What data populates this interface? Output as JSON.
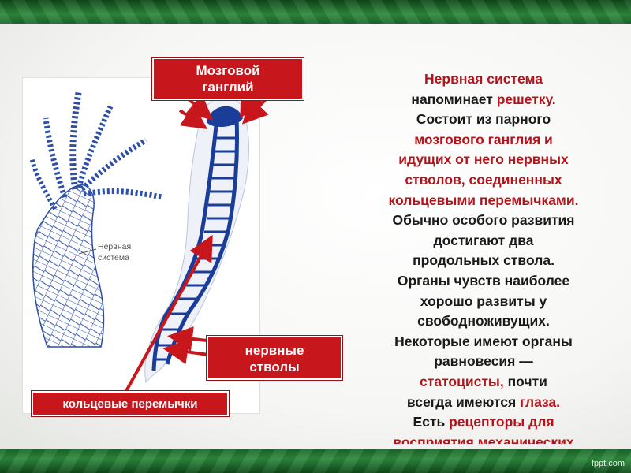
{
  "labels": {
    "brain_ganglion_line1": "Мозговой",
    "brain_ganglion_line2": "ганглий",
    "nerve_trunks_line1": "нервные",
    "nerve_trunks_line2": "стволы",
    "ring_connections": "кольцевые перемычки",
    "nervous_system_line1": "Нервная",
    "nervous_system_line2": "система"
  },
  "text": {
    "s1": "Нервная система",
    "s2": "напоминает ",
    "s3": "решетку.",
    "s4": "Состоит из парного",
    "s5": "мозгового ганглия и",
    "s6": "идущих от него нервных",
    "s7": "стволов, соединенных",
    "s8": "кольцевыми перемычками.",
    "s9": "Обычно особого развития",
    "s10": "достигают два",
    "s11": "продольных ствола.",
    "s12": "Органы чувств наиболее",
    "s13": "хорошо развиты у",
    "s14": "свободноживущих.",
    "s15": "Некоторые имеют органы",
    "s16": "равновесия —",
    "s17": "статоцисты,",
    "s18": " почти",
    "s19": "всегда имеются ",
    "s20": "глаза.",
    "s21": "Есть ",
    "s22": "рецепторы для",
    "s23": "восприятия механических"
  },
  "watermark": "fppt.com",
  "colors": {
    "accent_red": "#c8161d",
    "text_red": "#b3141b",
    "nerve_blue": "#1b3d9a",
    "band_green": "#1f6b2c"
  }
}
